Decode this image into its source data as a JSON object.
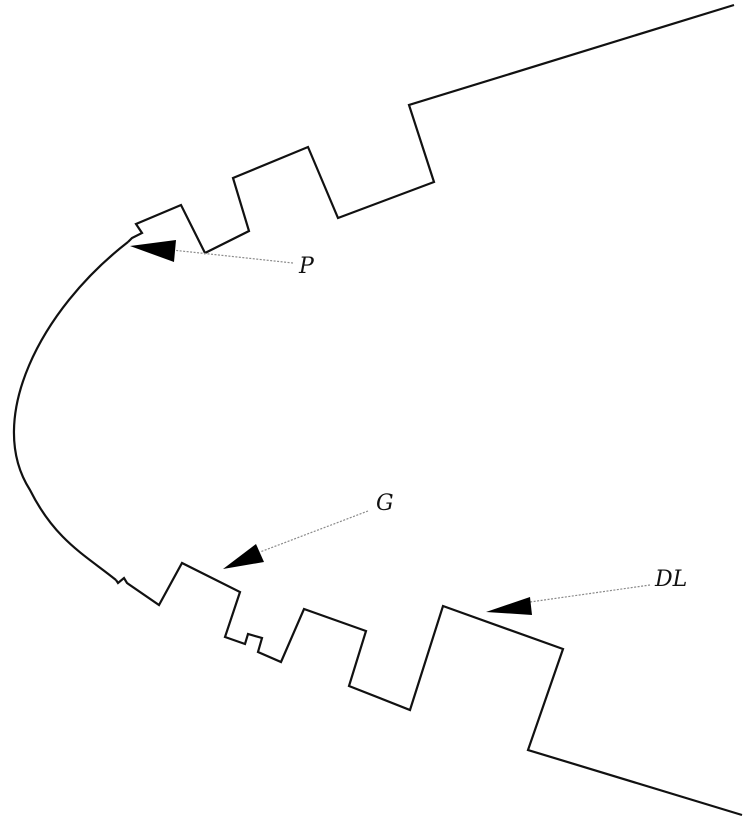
{
  "diagram": {
    "labels": {
      "p": "P",
      "g": "G",
      "dl": "DL"
    }
  }
}
